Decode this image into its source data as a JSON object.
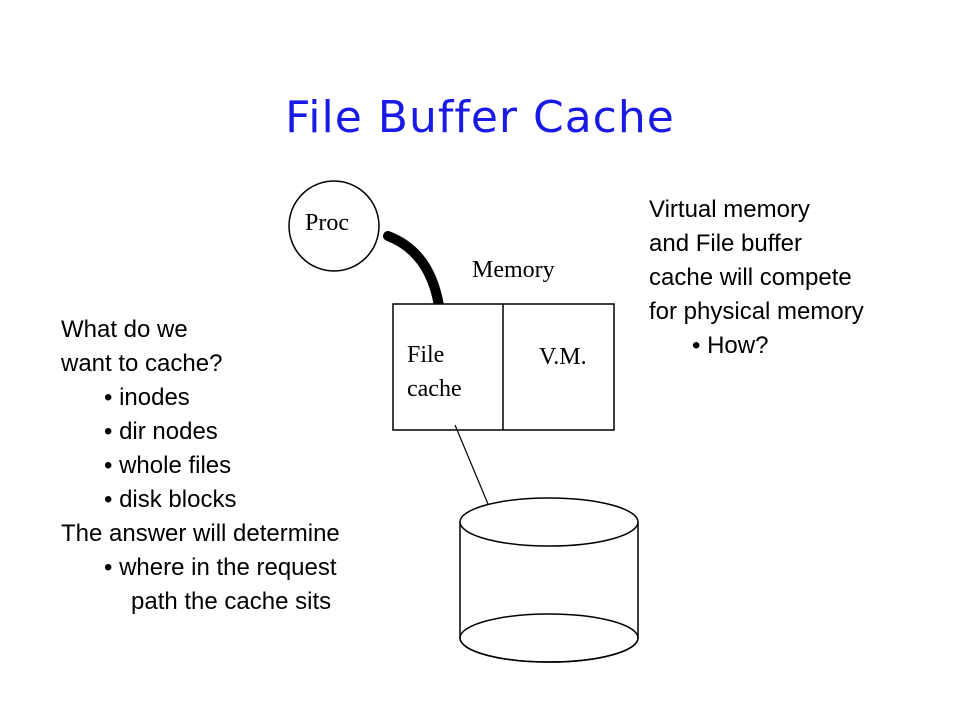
{
  "title": "File Buffer Cache",
  "diagram": {
    "proc_label": "Proc",
    "memory_label": "Memory",
    "file_cache_label_line1": "File",
    "file_cache_label_line2": "cache",
    "vm_label": "V.M."
  },
  "left_text": {
    "intro_line1": "What do we",
    "intro_line2": "want to cache?",
    "bullets": [
      "inodes",
      "dir nodes",
      "whole files",
      "disk blocks"
    ],
    "answer_line": "The answer will determine",
    "answer_bullet_line1": "where in the request",
    "answer_bullet_line2": "path the cache sits"
  },
  "right_text": {
    "lines": [
      "Virtual memory",
      "and File buffer",
      "cache will compete",
      "for physical memory"
    ],
    "bullet": "How?"
  }
}
